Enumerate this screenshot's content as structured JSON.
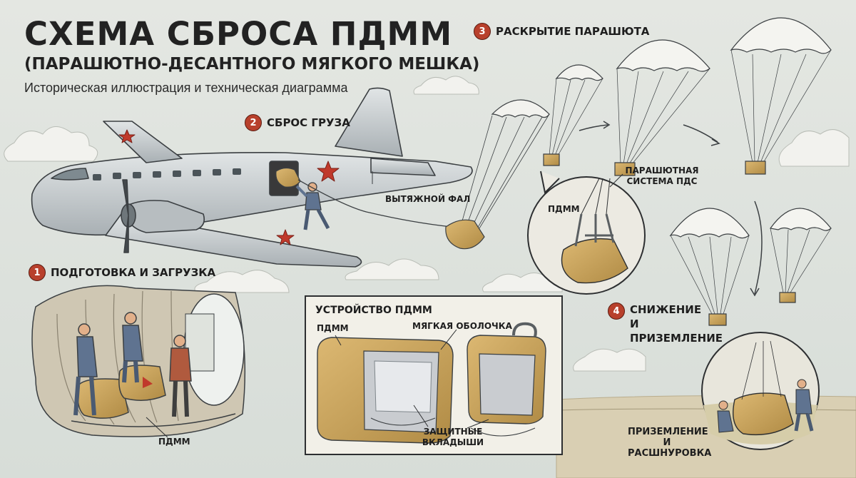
{
  "title": "СХЕМА СБРОСА ПДММ",
  "subtitle": "(ПАРАШЮТНО-ДЕСАНТНОГО МЯГКОГО МЕШКА)",
  "caption": "Историческая иллюстрация и техническая диаграмма",
  "steps": [
    {
      "number": "1",
      "label": "ПОДГОТОВКА И ЗАГРУЗКА"
    },
    {
      "number": "2",
      "label": "СБРОС ГРУЗА"
    },
    {
      "number": "3",
      "label": "РАСКРЫТИЕ ПАРАШЮТА"
    },
    {
      "number": "4",
      "label": "СНИЖЕНИЕ И ПРИЗЕМЛЕНИЕ"
    }
  ],
  "labels": {
    "static_line": "ВЫТЯЖНОЙ ФАЛ",
    "parachute_system": "ПАРАШЮТНАЯ СИСТЕМА ПДС",
    "pdmm_inset": "ПДММ",
    "pdmm_cabin": "ПДММ",
    "landing": "ПРИЗЕМЛЕНИЕ И РАСШНУРОВКА"
  },
  "device_panel": {
    "title": "УСТРОЙСТВО ПДММ",
    "pdmm": "ПДММ",
    "soft_shell": "МЯГКАЯ ОБОЛОЧКА",
    "inserts": "ЗАЩИТНЫЕ ВКЛАДЫШИ"
  },
  "colors": {
    "sky": "#dfe3dd",
    "canvas": "#cfa95f",
    "badge": "#b8402c",
    "star": "#c0392b",
    "uniform": "#5f7390",
    "plane": "#c8cdd0"
  }
}
